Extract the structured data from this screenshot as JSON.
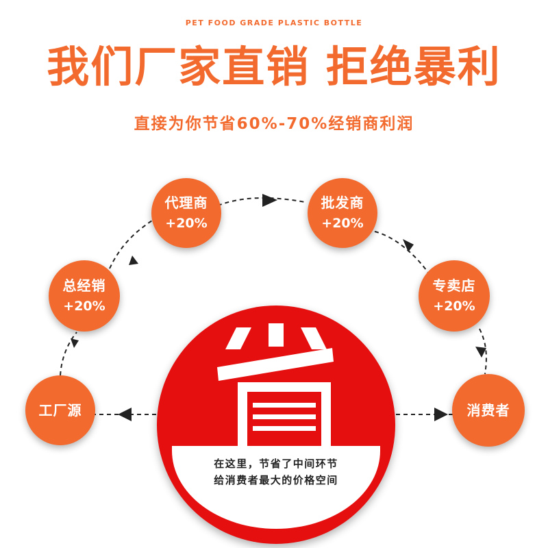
{
  "header": {
    "kicker": "PET FOOD GRADE PLASTIC BOTTLE",
    "headline": "我们厂家直销 拒绝暴利",
    "subline": "直接为你节省60%-70%经销商利润"
  },
  "flow": {
    "nodes": [
      {
        "name": "工厂源",
        "pct": ""
      },
      {
        "name": "总经销",
        "pct": "+20%"
      },
      {
        "name": "代理商",
        "pct": "+20%"
      },
      {
        "name": "批发商",
        "pct": "+20%"
      },
      {
        "name": "专卖店",
        "pct": "+20%"
      },
      {
        "name": "消费者",
        "pct": ""
      }
    ]
  },
  "center": {
    "big_char": "省",
    "note_line1": "在这里，节省了中间环节",
    "note_line2": "给消费者最大的价格空间"
  },
  "colors": {
    "accent_orange": "#f26a2e",
    "center_red": "#e60f0f",
    "text_dark": "#222222"
  }
}
